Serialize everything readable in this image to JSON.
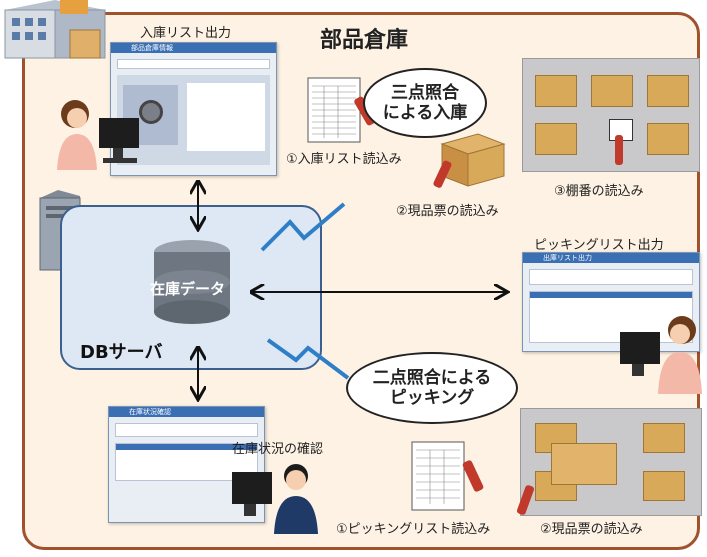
{
  "title": "部品倉庫",
  "db_server_label": "DBサーバ",
  "db_label": "在庫データ",
  "inbound": {
    "list_output": "入庫リスト出力",
    "bubble_line1": "三点照合",
    "bubble_line2": "による入庫",
    "step1": "①入庫リスト読込み",
    "step2": "②現品票の読込み",
    "step3": "③棚番の読込み"
  },
  "picking": {
    "list_output": "ピッキングリスト出力",
    "bubble_line1": "二点照合による",
    "bubble_line2": "ピッキング",
    "step1": "①ピッキングリスト読込み",
    "step2": "②現品票の読込み"
  },
  "stock_check": "在庫状況の確認",
  "screens": {
    "inbound_screen_title": "部品倉庫情報",
    "picking_screen_title": "出庫リスト出力",
    "stock_screen_title": "在庫状況確認"
  },
  "colors": {
    "warehouse_border": "#a0522d",
    "warehouse_fill": "#fdf2e4",
    "server_fill": "#dde8f4",
    "server_border": "#3b5f8f",
    "lightning": "#2f7fc8"
  }
}
